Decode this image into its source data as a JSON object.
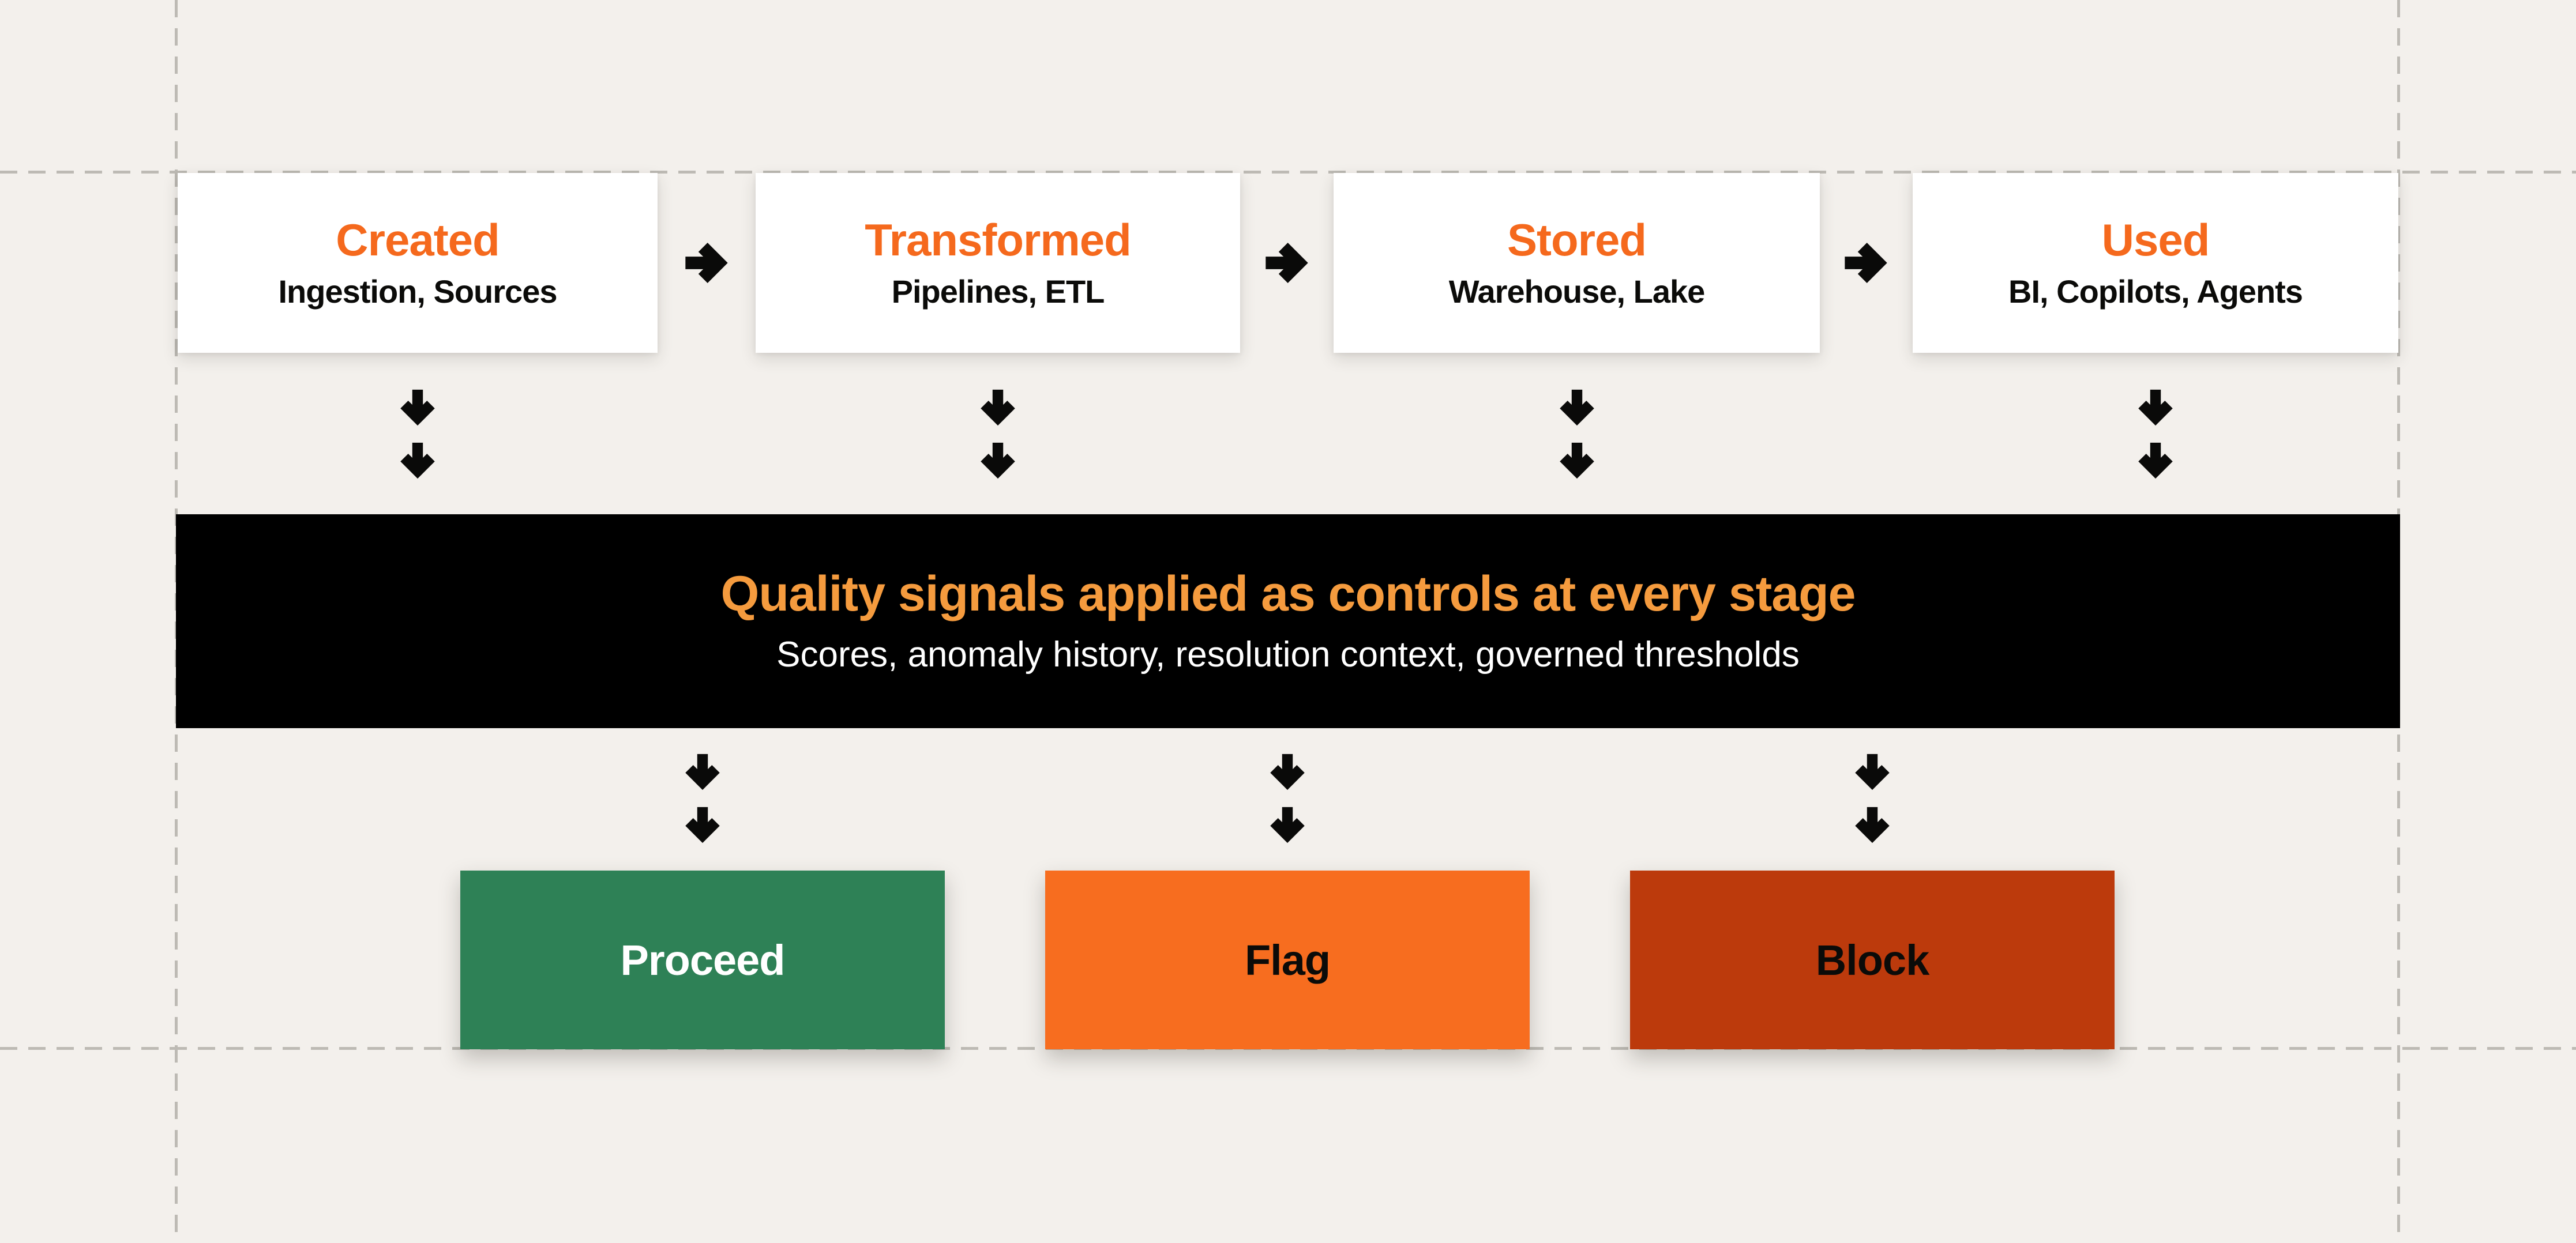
{
  "colors": {
    "background": "#F3F0EC",
    "grid": "#BDBAB4",
    "card": "#FFFFFF",
    "ink": "#0B0B09",
    "accent": "#F5691D",
    "banner_bg": "#000000",
    "banner_accent": "#F59B3E",
    "banner_text": "#FFFFFF",
    "arrow": "#0A0A09",
    "proceed": "#2E8156",
    "proceed_text": "#FFFFFF",
    "flag": "#F76D1F",
    "flag_text": "#0B0B09",
    "block": "#BC3A0C",
    "block_text": "#0B0B09"
  },
  "stages": [
    {
      "title": "Created",
      "subtitle": "Ingestion, Sources"
    },
    {
      "title": "Transformed",
      "subtitle": "Pipelines, ETL"
    },
    {
      "title": "Stored",
      "subtitle": "Warehouse, Lake"
    },
    {
      "title": "Used",
      "subtitle": "BI, Copilots, Agents"
    }
  ],
  "banner": {
    "title": "Quality signals applied as controls at every stage",
    "subtitle": "Scores, anomaly history, resolution context, governed thresholds"
  },
  "outcomes": [
    {
      "label": "Proceed"
    },
    {
      "label": "Flag"
    },
    {
      "label": "Block"
    }
  ],
  "icons": {
    "flow": "arrow-right-bold",
    "drop": "double-arrow-down-bold"
  }
}
